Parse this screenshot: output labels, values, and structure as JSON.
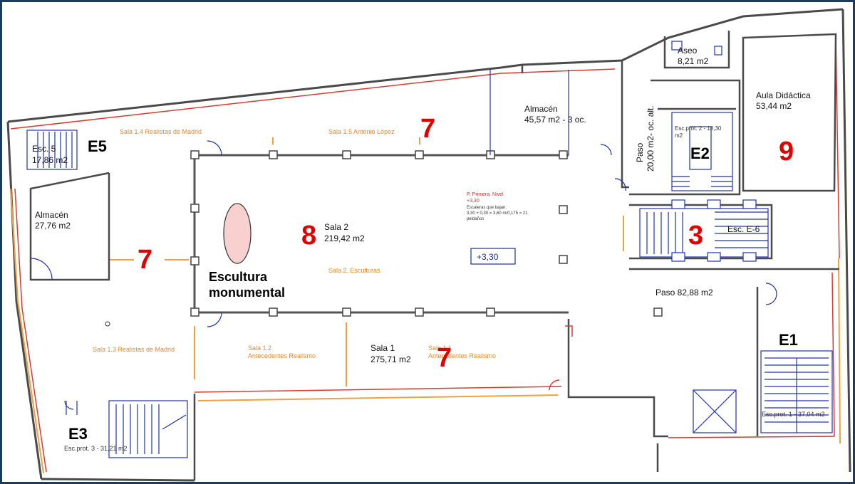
{
  "rooms": {
    "almacen_top": {
      "name": "Almacén",
      "area": "45,57 m2 - 3 oc."
    },
    "almacen_left": {
      "name": "Almacén",
      "area": "27,76 m2"
    },
    "aseo": {
      "name": "Aseo",
      "area": "8,21 m2"
    },
    "aula": {
      "name": "Aula Didáctica",
      "area": "53,44 m2"
    },
    "paso_vertical": {
      "line1": "Paso",
      "line2": "20,00 m2- oc. alt."
    },
    "paso_main": {
      "name": "Paso 82,88 m2"
    },
    "sala2": {
      "name": "Sala 2",
      "area": "219,42 m2"
    },
    "sala1": {
      "name": "Sala 1",
      "area": "275,71 m2"
    }
  },
  "gallery_labels": {
    "sala_1_4": "Sala 1.4 Realistas de Madrid",
    "sala_1_5": "Sala 1.5 Antonio López",
    "sala_2": "Sala 2. Esculturas",
    "sala_1_3": "Sala 1.3 Realistas de Madrid",
    "sala_1_2_a": "Sala 1.2",
    "sala_1_2_b": "Antecedentes Realismo",
    "sala_1_1_a": "Sala 1.1",
    "sala_1_1_b": "Antecedentes Realismo"
  },
  "stairs": {
    "e5": {
      "tag": "E5",
      "name": "Esc. 5",
      "area": "17,86 m2"
    },
    "e2": {
      "tag": "E2",
      "name": "Esc.prot. 2 - 18,30",
      "area": "m2"
    },
    "e3": {
      "tag": "E3",
      "name": "Esc.prot. 3 - 31,21 m2"
    },
    "e1": {
      "tag": "E1",
      "name": "Esc.prot. 1 - 37,04 m2"
    },
    "e6": {
      "name": "Esc. E-6"
    }
  },
  "zone_numbers": {
    "top": "7",
    "left": "7",
    "bottom": "7",
    "center": "8",
    "right_stair": "3",
    "aula": "9"
  },
  "sculpture": {
    "line1": "Escultura",
    "line2": "monumental"
  },
  "level_note": {
    "title": "P. Primera. Nivel",
    "level": "+3,30",
    "line1": "Escaleras que bajan:",
    "line2": "3,30 + 0,30 = 3,60 m/0,175 = 21",
    "line3": "peldaños"
  },
  "level_box": "+3,30",
  "colors": {
    "wall": "#4a4a4a",
    "red_line": "#d83a32",
    "blue_line": "#2233aa",
    "orange_line": "#f0a040",
    "accent_red": "#e00000",
    "sculpture_fill": "#f8d0d0"
  }
}
